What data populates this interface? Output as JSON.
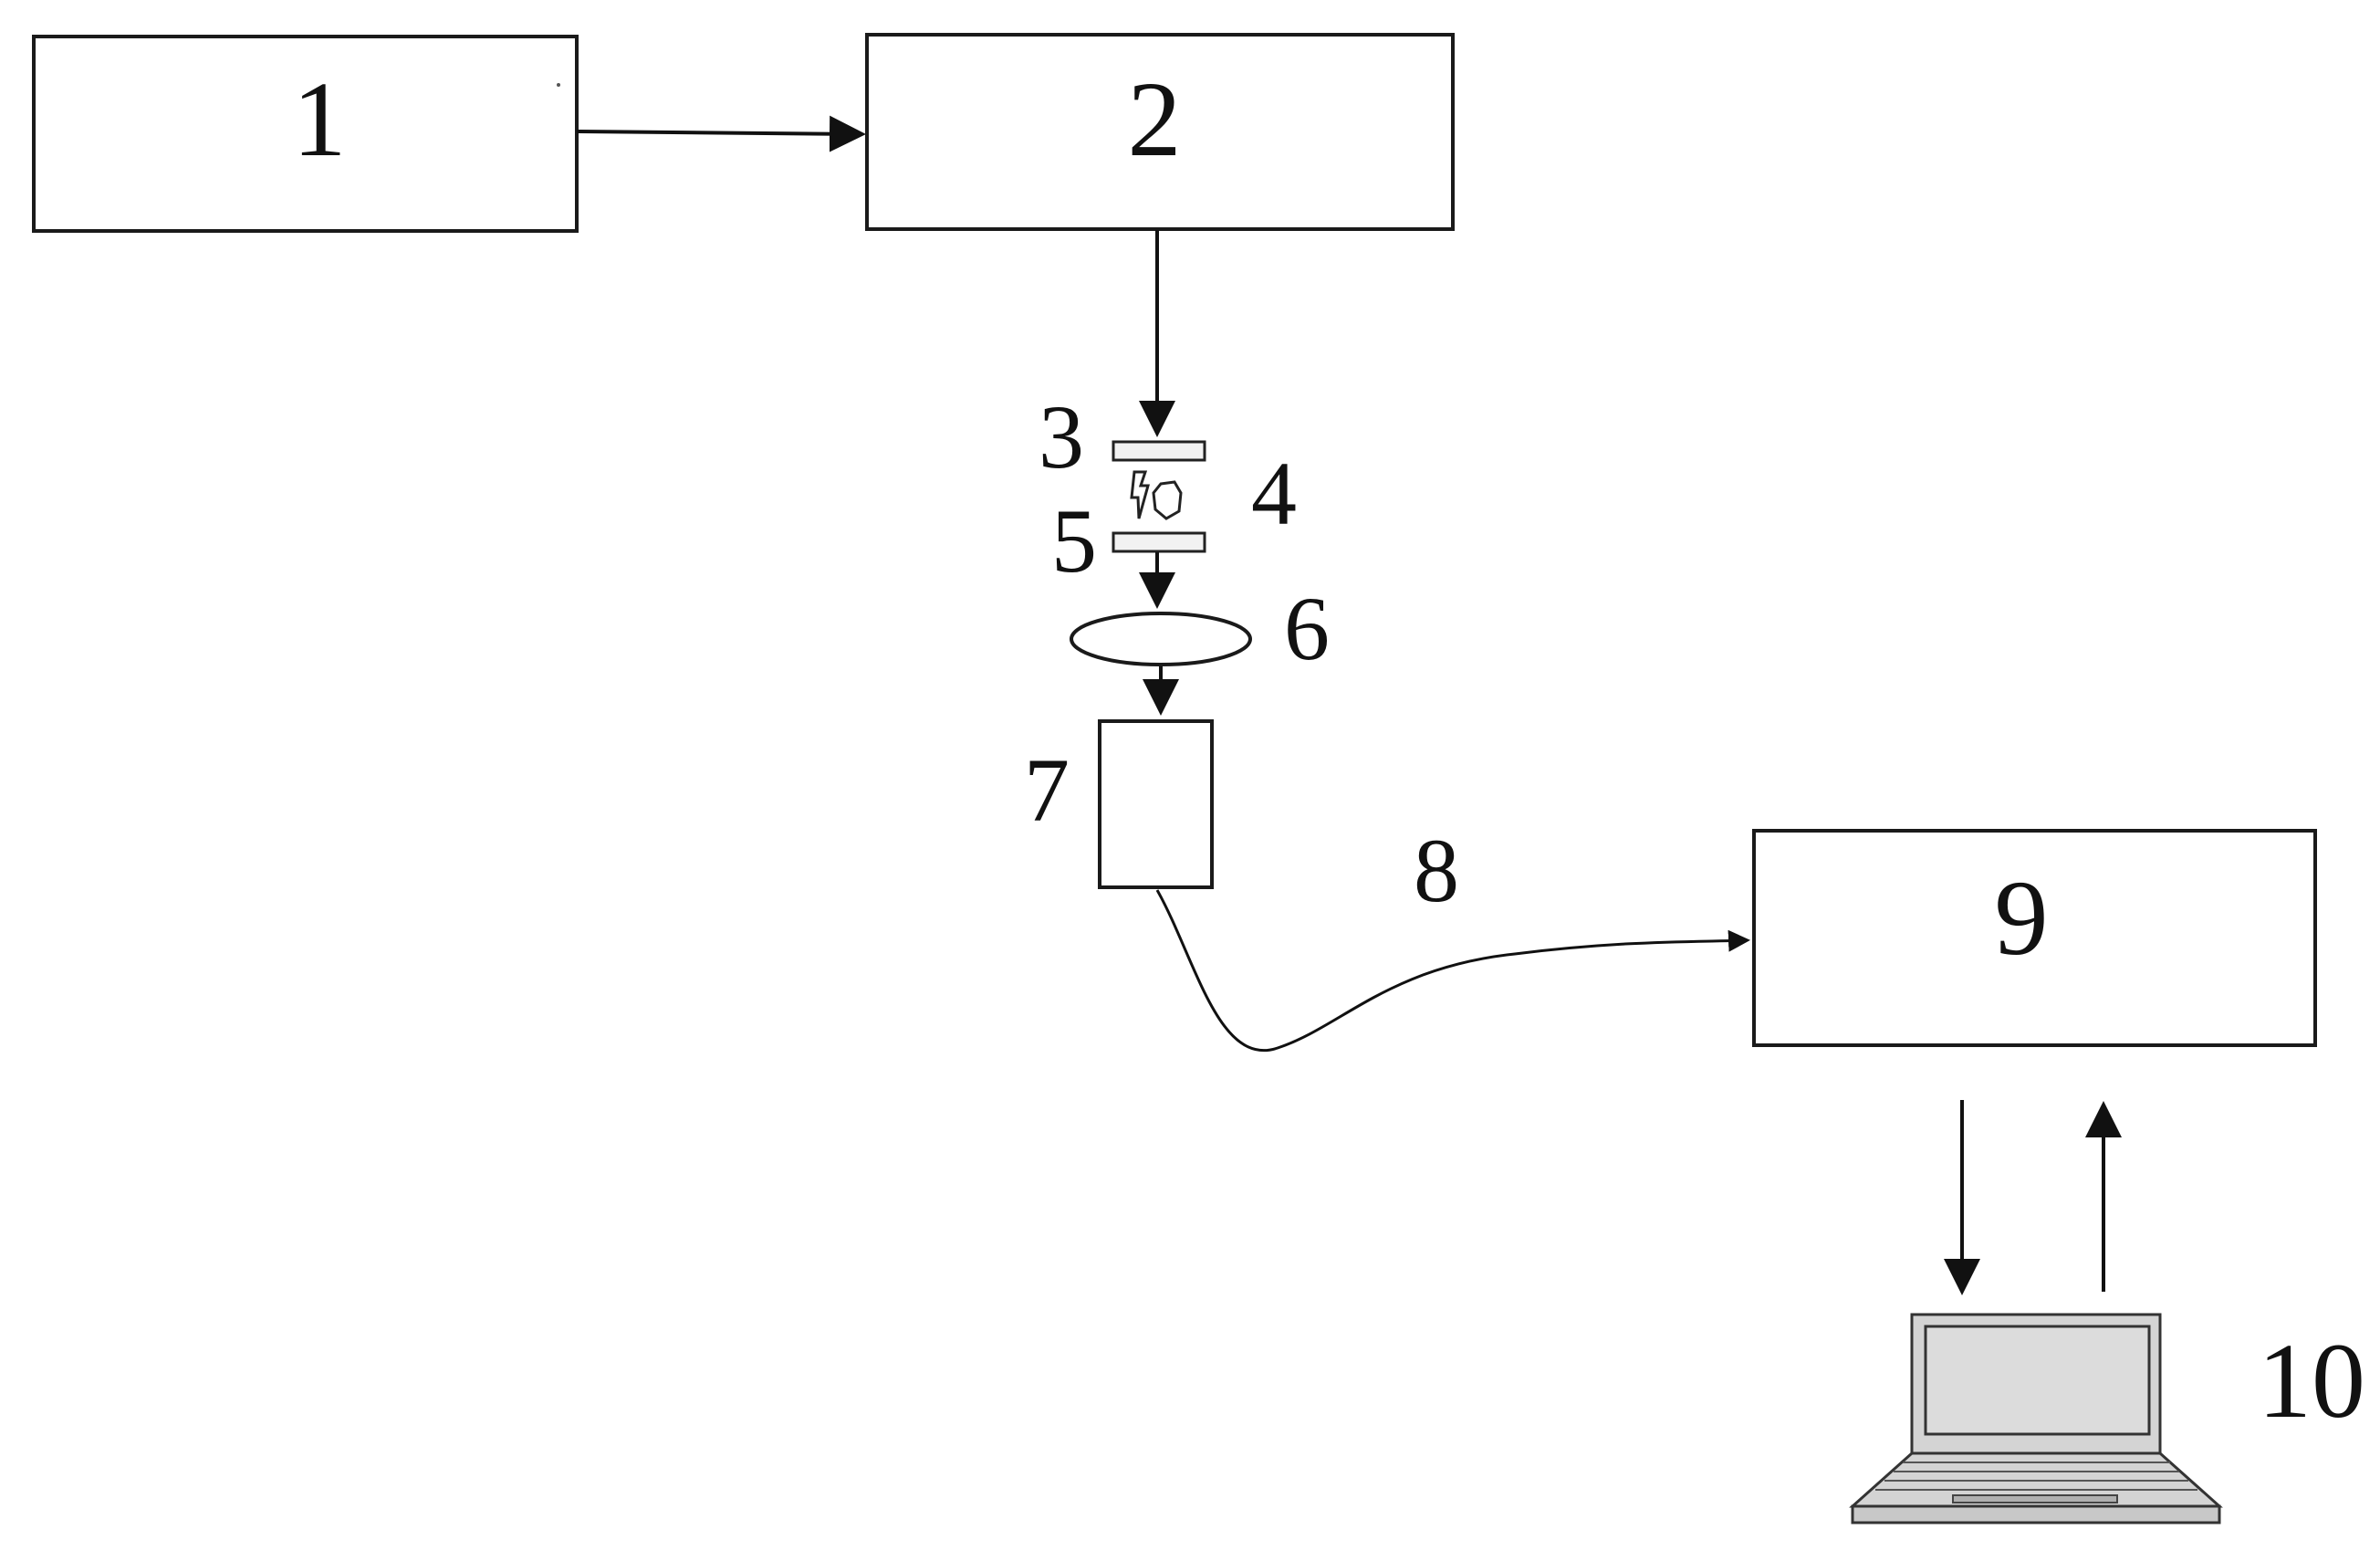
{
  "labels": {
    "box1": "1",
    "box2": "2",
    "part3": "3",
    "part4": "4",
    "part5": "5",
    "part6": "6",
    "part7": "7",
    "part8": "8",
    "box9": "9",
    "part10": "10"
  },
  "icons": {
    "sample": "sample-icon",
    "lens": "lens-icon",
    "laptop": "laptop-icon"
  }
}
